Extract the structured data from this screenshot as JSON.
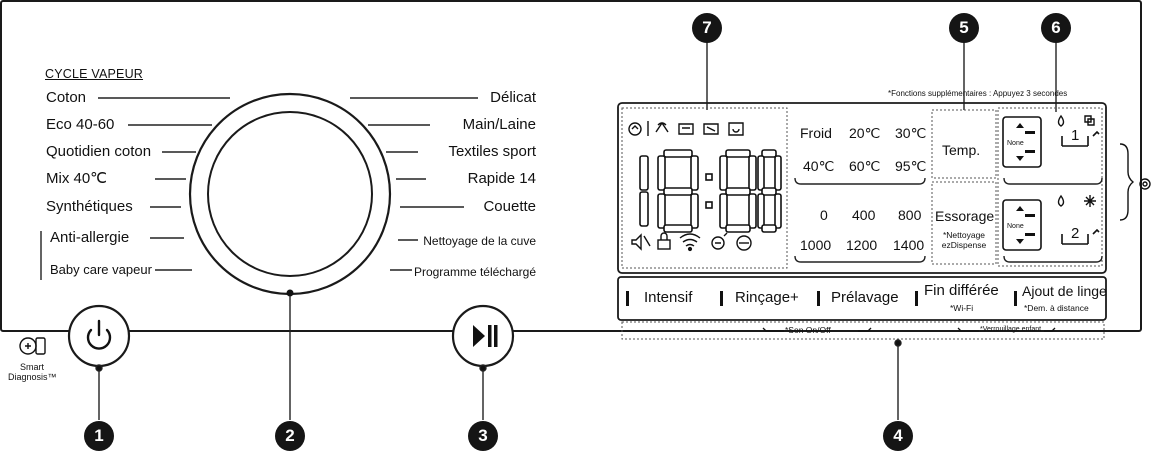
{
  "dial": {
    "cycle_title": "CYCLE VAPEUR",
    "left_programs": [
      "Coton",
      "Eco 40-60",
      "Quotidien coton",
      "Mix 40℃",
      "Synthétiques",
      "Anti-allergie",
      "Baby care vapeur"
    ],
    "right_programs": [
      "Délicat",
      "Main/Laine",
      "Textiles sport",
      "Rapide 14",
      "Couette",
      "Nettoyage de la cuve",
      "Programme téléchargé"
    ]
  },
  "callouts": [
    "1",
    "2",
    "3",
    "4",
    "5",
    "6",
    "7"
  ],
  "smart_diagnosis_label": "Smart Diagnosis™",
  "display": {
    "digits": "18:88",
    "extra_functions_note": "*Fonctions supplémentaires : Appuyez 3 secondes",
    "temperatures": [
      "Froid",
      "20℃",
      "30℃",
      "40℃",
      "60℃",
      "95℃"
    ],
    "temp_label": "Temp.",
    "spins": [
      "0",
      "400",
      "800",
      "1000",
      "1200",
      "1400"
    ],
    "spin_label": "Essorage",
    "spin_sub_label": "*Nettoyage ezDispense",
    "level_label": "None",
    "dispenser_1": "1",
    "dispenser_2": "2"
  },
  "option_buttons": [
    {
      "label": "Intensif",
      "sub": ""
    },
    {
      "label": "Rinçage+",
      "sub": ""
    },
    {
      "label": "Prélavage",
      "sub": ""
    },
    {
      "label": "Fin différée",
      "sub": "*Wi-Fi"
    },
    {
      "label": "Ajout de linge",
      "sub": "*Dem. à distance"
    }
  ],
  "combo_labels": {
    "sound": "*Son On/Off",
    "child_lock": "*Verrouillage enfant"
  },
  "icons": [
    "power-icon",
    "play-pause-icon",
    "smart-diagnosis-icon",
    "steam-icon",
    "wifi-icon",
    "mute-icon",
    "child-lock-icon",
    "tub-clean-icon",
    "gear-icon",
    "drop-icon",
    "snowflake-icon"
  ]
}
